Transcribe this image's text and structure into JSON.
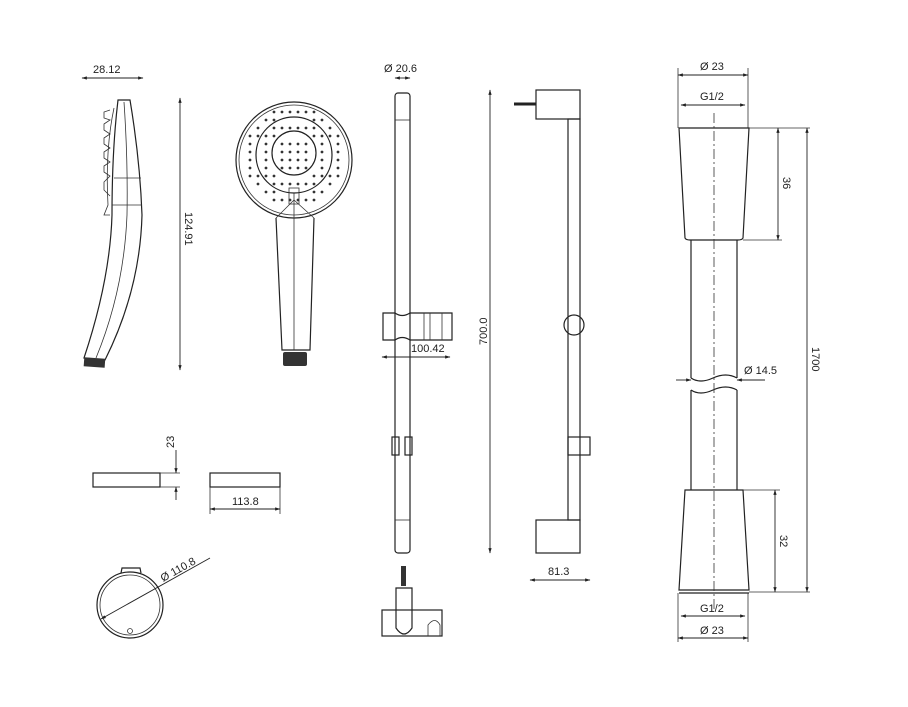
{
  "title": "Shower set dimensional drawing",
  "hand_shower": {
    "depth_label": "28.12",
    "height_label": "124.91"
  },
  "slide_bar": {
    "diameter_label": "Ø 20.6",
    "slider_width_label": "100.42",
    "length_label": "700.0",
    "projection_label": "81.3"
  },
  "soap_dish": {
    "height_label": "23",
    "width_label": "113.8",
    "diameter_label": "Ø 110.8"
  },
  "hose": {
    "top_diameter_label": "Ø 23",
    "top_thread_label": "G1/2",
    "top_nut_length_label": "36",
    "hose_diameter_label": "Ø 14.5",
    "total_length_label": "1700",
    "bottom_nut_length_label": "32",
    "bottom_thread_label": "G1/2",
    "bottom_diameter_label": "Ø 23"
  }
}
